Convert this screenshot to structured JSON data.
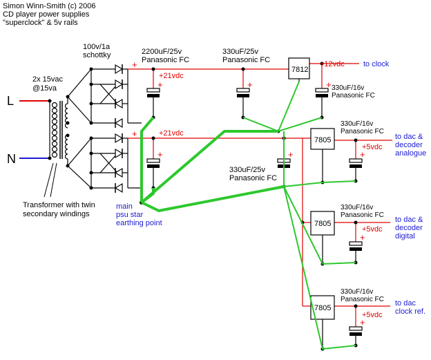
{
  "header": {
    "line1": "Simon Winn-Smith (c) 2006",
    "line2": "CD player power supplies",
    "line3": "\"superclock\" & 5v rails"
  },
  "transformer": {
    "rating1": "2x 15vac",
    "rating2": "@15va",
    "caption1": "Transformer with twin",
    "caption2": "secondary windings",
    "live": "L",
    "neutral": "N"
  },
  "rectifier": {
    "rating1": "100v/1a",
    "rating2": "schottky"
  },
  "caps": {
    "main1": "2200uF/25v",
    "main2": "Panasonic FC",
    "pre1": "330uF/25v",
    "pre2": "Panasonic FC",
    "mid1": "330uF/25v",
    "mid2": "Panasonic FC",
    "out1": "330uF/16v",
    "out2": "Panasonic FC",
    "dac1": "330uF/16v",
    "dac2": "Panasonic FC",
    "dig1": "330uF/16v",
    "dig2": "Panasonic FC",
    "clk1": "330uF/16v",
    "clk2": "Panasonic FC"
  },
  "rails": {
    "v21_top": "+21vdc",
    "v21_bot": "+21vdc",
    "v12": "+12vdc",
    "v5a": "+5vdc",
    "v5b": "+5vdc",
    "v5c": "+5vdc"
  },
  "regulators": {
    "r7812": "7812",
    "r7805a": "7805",
    "r7805b": "7805",
    "r7805c": "7805"
  },
  "outputs": {
    "clock": "to clock",
    "dac_analogue_1": "to dac &",
    "dac_analogue_2": "decoder",
    "dac_analogue_3": "analogue",
    "dac_digital_1": "to dac &",
    "dac_digital_2": "decoder",
    "dac_digital_3": "digital",
    "clockref_1": "to dac",
    "clockref_2": "clock ref."
  },
  "ground": {
    "line1": "main",
    "line2": "psu star",
    "line3": "earthing point"
  },
  "plus": "+",
  "colors": {
    "rail": "#e00000",
    "ground": "#2dc82d",
    "output": "#1a1ad0"
  }
}
